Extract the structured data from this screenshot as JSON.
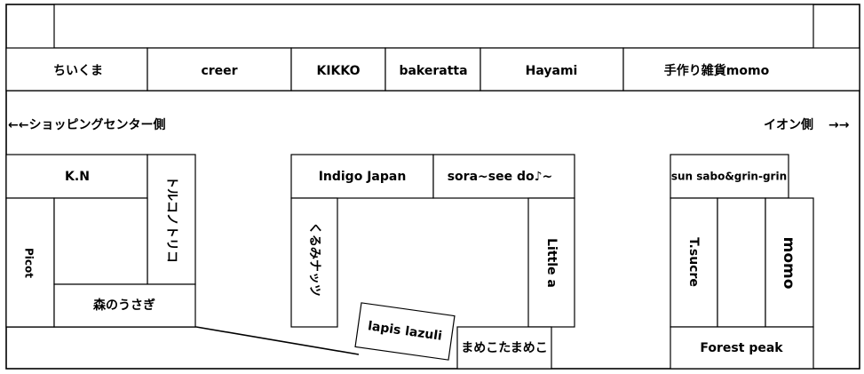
{
  "top_row": {
    "shops": [
      "ちいくま",
      "creer",
      "KIKKO",
      "bakeratta",
      "Hayami",
      "手作り雑貨momo"
    ]
  },
  "directions": {
    "left": "←←ショッピングセンター側",
    "right": "イオン側",
    "right_arrow": "→→"
  },
  "left_block": {
    "kn": "K.N",
    "torukonotoriko": "トルコノトリコ",
    "picot": "Picot",
    "mori": "森のうさぎ"
  },
  "center_block": {
    "indigo": "Indigo Japan",
    "sora": "sora~see do♪~",
    "kurumi": "くるみナッツ",
    "little": "Little a",
    "lapis": "lapis lazuli",
    "mameko": "まめこたまめこ"
  },
  "right_block": {
    "sun": "sun sabo&grin-grin",
    "tsucre": "T.sucre",
    "momo": "momo",
    "forest": "Forest peak"
  }
}
